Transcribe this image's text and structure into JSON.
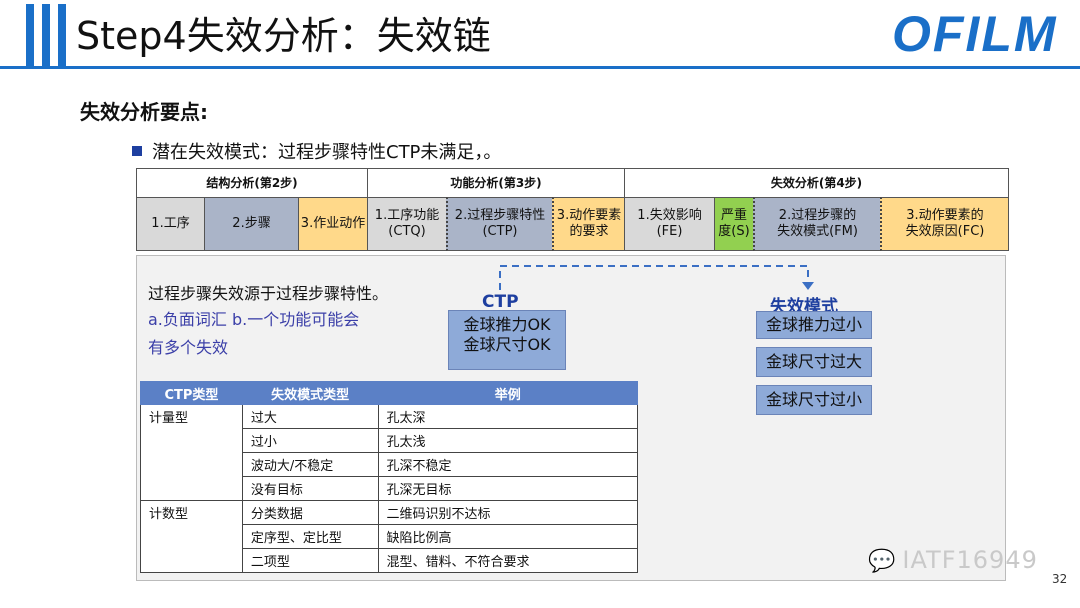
{
  "header": {
    "title": "Step4失效分析：失效链",
    "logo": "OFILM"
  },
  "section_title": "失效分析要点:",
  "bullet": "潜在失效模式：过程步骤特性CTP未满足，。",
  "top_table": {
    "groups": [
      "结构分析(第2步)",
      "功能分析(第3步)",
      "失效分析(第4步)"
    ],
    "cells": [
      "1.工序",
      "2.步骤",
      "3.作业动作",
      "1.工序功能\n(CTQ)",
      "2.过程步骤特性\n(CTP)",
      "3.动作要素\n的要求",
      "1.失效影响\n(FE)",
      "严重\n度(S)",
      "2.过程步骤的\n失效模式(FM)",
      "3.动作要素的\n失效原因(FC)"
    ]
  },
  "panel": {
    "intro": "过程步骤失效源于过程步骤特性。",
    "note_line1": "a.负面词汇  b.一个功能可能会",
    "note_line2": "有多个失效",
    "ctp_label": "CTP",
    "ctp_box": [
      "金球推力OK",
      "金球尺寸OK"
    ],
    "fm_label": "失效模式",
    "fm_boxes": [
      "金球推力过小",
      "金球尺寸过大",
      "金球尺寸过小"
    ]
  },
  "ctp_table": {
    "headers": [
      "CTP类型",
      "失效模式类型",
      "举例"
    ],
    "groups": [
      {
        "type": "计量型",
        "rows": [
          [
            "过大",
            "孔太深"
          ],
          [
            "过小",
            "孔太浅"
          ],
          [
            "波动大/不稳定",
            "孔深不稳定"
          ],
          [
            "没有目标",
            "孔深无目标"
          ]
        ]
      },
      {
        "type": "计数型",
        "rows": [
          [
            "分类数据",
            "二维码识别不达标"
          ],
          [
            "定序型、定比型",
            "缺陷比例高"
          ],
          [
            "二项型",
            "混型、错料、不符合要求"
          ]
        ]
      }
    ]
  },
  "watermark": "IATF16949",
  "page_number": "32"
}
